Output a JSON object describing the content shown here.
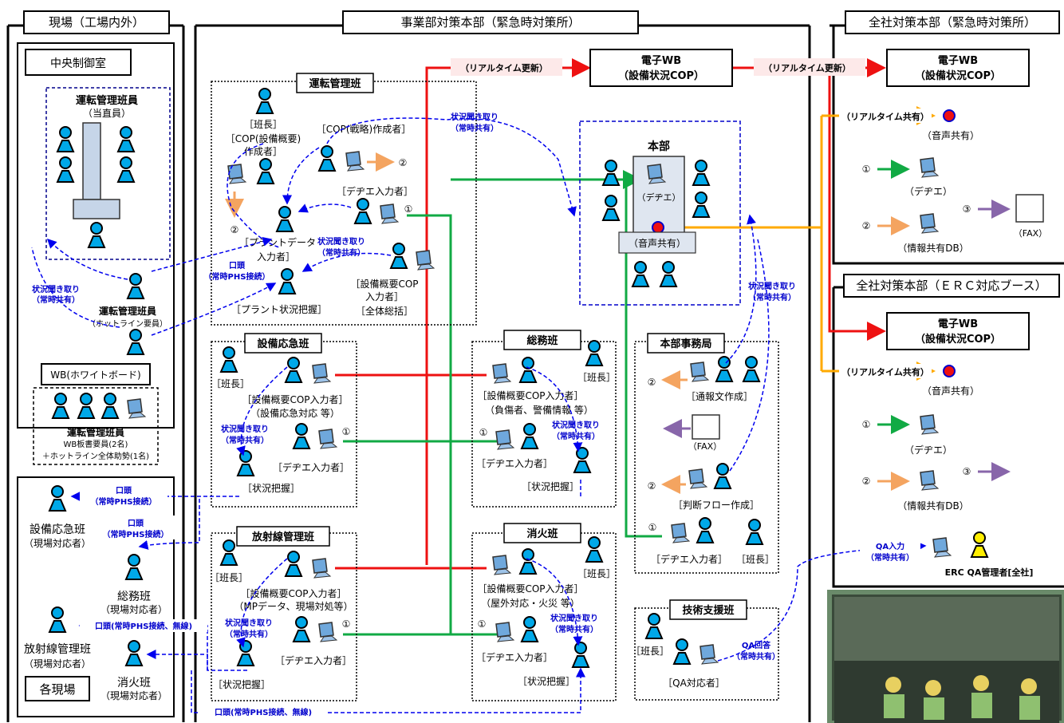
{
  "sections": {
    "site": "現場（工場内外）",
    "hq": "事業部対策本部（緊急時対策所）",
    "corp": "全社対策本部（緊急時対策所）",
    "erc": "全社対策本部（ＥＲＣ対応ブース）"
  },
  "site": {
    "control_room": "中央制御室",
    "operators_title": "運転管理班員",
    "operators_sub": "（当直員）",
    "ops_member": "運転管理班員",
    "ops_member_sub": "（ホットライン要員）",
    "wb_label": "WB(ホワイトボード)",
    "wb_member": "運転管理班員",
    "wb_member_sub1": "WB板書要員(2名)",
    "wb_member_sub2": "＋ホットライン全体助勢(1名)",
    "status_listen": [
      "状況聞き取り",
      "（常時共有）"
    ],
    "field_label": "各現場",
    "field_teams": [
      {
        "name": "設備応急班",
        "sub": "（現場対応者）"
      },
      {
        "name": "総務班",
        "sub": "（現場対応者）"
      },
      {
        "name": "放射線管理班",
        "sub": "（現場対応者）"
      },
      {
        "name": "消火班",
        "sub": "（現場対応者）"
      }
    ],
    "verbal_phs": [
      "口頭",
      "（常時PHS接続）"
    ],
    "verbal_phs_wireless": "口頭(常時PHS接続、無線)"
  },
  "hq": {
    "realtime_update": "（リアルタイム更新）",
    "ewb_title": [
      "電子WB",
      "（設備状況COP）"
    ],
    "status_listen": [
      "状況聞き取り",
      "（常時共有）"
    ],
    "verbal": [
      "口頭",
      "（常時PHS接続）"
    ],
    "honbu": "本部",
    "dechie": "（デヂエ）",
    "voice_share": "（音声共有）",
    "ops_team": {
      "title": "運転管理班",
      "leader": "［班長］",
      "cop_overview": [
        "［COP(設備概要)",
        "作成者］"
      ],
      "cop_strategy": "［COP(戦略)作成者］",
      "dechie_input": "［デヂエ入力者］",
      "plant_data": [
        "［プラントデータ",
        "入力者］"
      ],
      "plant_status": "［プラント状況把握］",
      "overall": [
        "［設備概要COP",
        "入力者］",
        "［全体総括］"
      ],
      "num1": "①",
      "num2": "②"
    },
    "teams": [
      {
        "title": "設備応急班",
        "leader": "［班長］",
        "cop_input": "［設備概要COP入力者］",
        "cop_sub": "（設備応急対応 等）",
        "dechie": "［デヂエ入力者］",
        "status": "［状況把握］"
      },
      {
        "title": "総務班",
        "leader": "［班長］",
        "cop_input": "［設備概要COP入力者］",
        "cop_sub": "（負傷者、警備情報 等）",
        "dechie": "［デヂエ入力者］",
        "status": "［状況把握］"
      },
      {
        "title": "放射線管理班",
        "leader": "［班長］",
        "cop_input": "［設備概要COP入力者］",
        "cop_sub": "（MPデータ、現場対処等）",
        "dechie": "［デヂエ入力者］",
        "status": "［状況把握］"
      },
      {
        "title": "消火班",
        "leader": "［班長］",
        "cop_input": "［設備概要COP入力者］",
        "cop_sub": "（屋外対応・火災 等）",
        "dechie": "［デヂエ入力者］",
        "status": "［状況把握］"
      }
    ],
    "secretariat": {
      "title": "本部事務局",
      "notice": "［通報文作成］",
      "fax": "（FAX）",
      "flow": "［判断フロー作成］",
      "dechie": "［デヂエ入力者］",
      "leader": "［班長］"
    },
    "tech": {
      "title": "技術支援班",
      "leader": "［班長］",
      "qa": "［QA対応者］",
      "qa_reply": [
        "QA回答",
        "（常時共有）"
      ]
    }
  },
  "corp": {
    "ewb_title": [
      "電子WB",
      "（設備状況COP）"
    ],
    "realtime_share": "（リアルタイム共有）",
    "voice_share": "（音声共有）",
    "dechie": "（デヂエ）",
    "info_db": "（情報共有DB）",
    "fax": "（FAX）",
    "nums": [
      "①",
      "②",
      "③"
    ]
  },
  "erc": {
    "ewb_title": [
      "電子WB",
      "（設備状況COP）"
    ],
    "realtime_share": "（リアルタイム共有）",
    "voice_share": "（音声共有）",
    "dechie": "（デヂエ）",
    "info_db": "（情報共有DB）",
    "qa_input": [
      "QA入力",
      "（常時共有）"
    ],
    "qa_manager": "ERC QA管理者[全社]",
    "nums": [
      "①",
      "②",
      "③"
    ]
  },
  "colors": {
    "red": "#ee1111",
    "green": "#11aa44",
    "orange": "#ffaa00",
    "blue": "#0000ee",
    "person": "#00a8e8",
    "pc": "#6fa8dc",
    "purple": "#8866aa",
    "qa_person": "#ffee00"
  }
}
